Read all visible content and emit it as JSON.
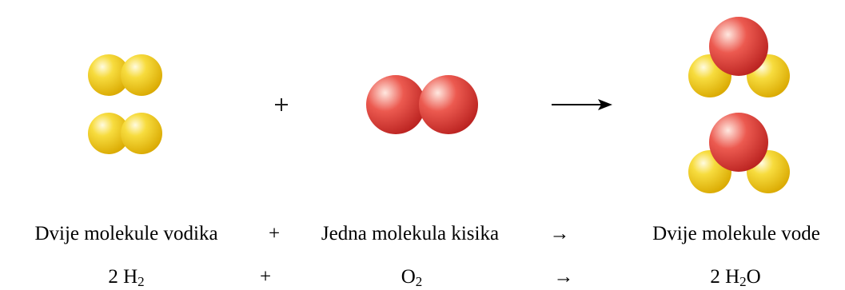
{
  "colors": {
    "hydrogen": "#f2c90f",
    "oxygen": "#e0443e",
    "arrow": "#000000",
    "plus": "#222222"
  },
  "labels": {
    "left": "Dvije molekule vodika",
    "plus": "+",
    "middle": "Jedna molekula kisika",
    "arrow": "→",
    "right": "Dvije molekule vode"
  },
  "formula": {
    "h2_coef": "2 H",
    "h2_sub": "2",
    "plus": "+",
    "o2_main": "O",
    "o2_sub": "2",
    "arrow": "→",
    "water_coef": "2 H",
    "water_sub": "2",
    "water_tail": "O"
  }
}
